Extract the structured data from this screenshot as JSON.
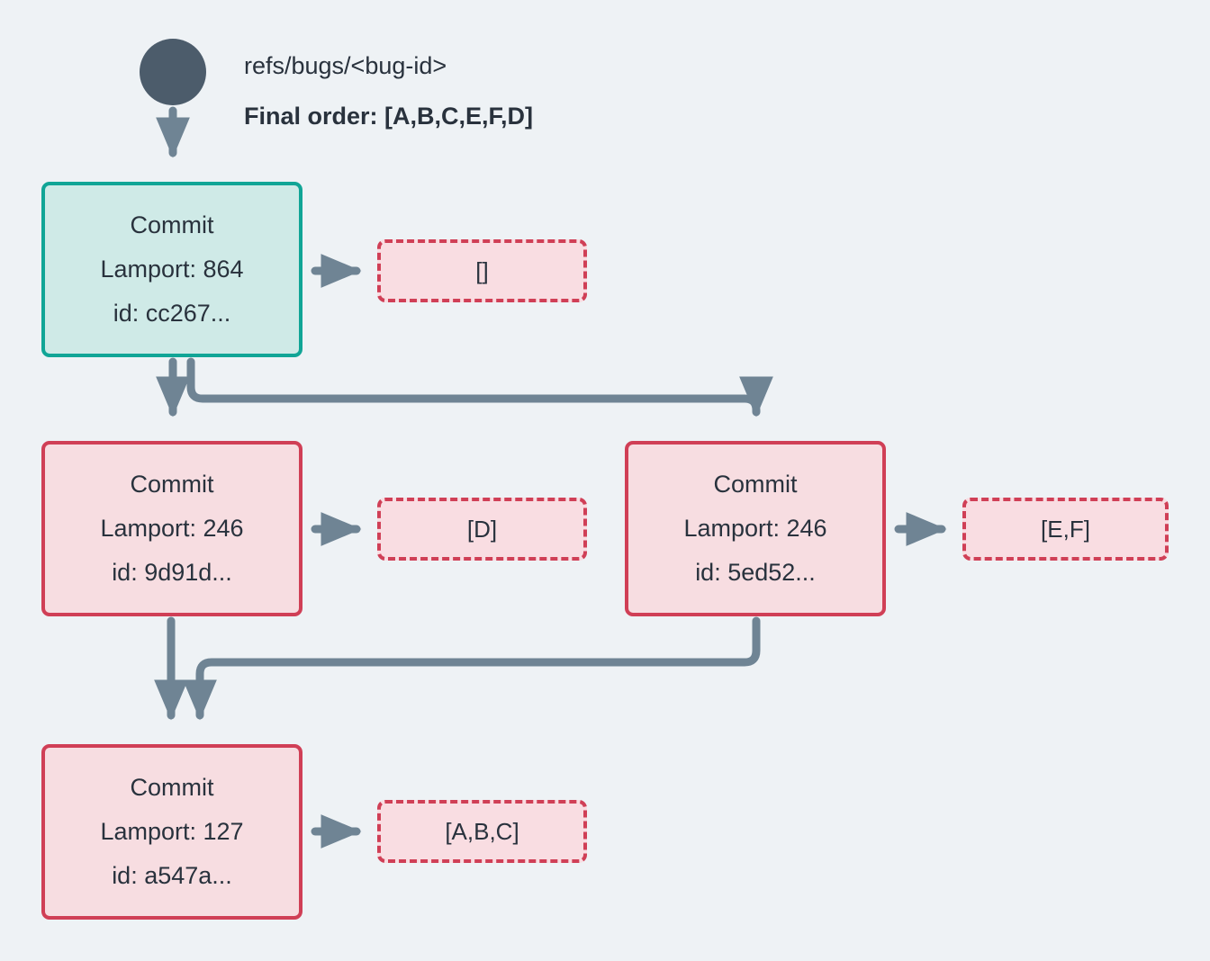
{
  "diagram": {
    "title_ref": "refs/bugs/<bug-id>",
    "final_order": "Final order: [A,B,C,E,F,D]",
    "background_color": "#eef2f5",
    "edge_color": "#6f8494",
    "text_color": "#29323d"
  },
  "root": {
    "name": "root-node",
    "color": "#4c5c6b"
  },
  "nodes": [
    {
      "id": "cc267",
      "kind": "commit",
      "title": "Commit",
      "lamport_label": "Lamport: 864",
      "lamport": 864,
      "id_label": "id: cc267...",
      "id_short": "cc267",
      "style": "teal",
      "fill": "#cfeae7",
      "stroke": "#11a596"
    },
    {
      "id": "9d91d",
      "kind": "commit",
      "title": "Commit",
      "lamport_label": "Lamport: 246",
      "lamport": 246,
      "id_label": "id: 9d91d...",
      "id_short": "9d91d",
      "style": "pink",
      "fill": "#f7dde1",
      "stroke": "#d03f56"
    },
    {
      "id": "5ed52",
      "kind": "commit",
      "title": "Commit",
      "lamport_label": "Lamport: 246",
      "lamport": 246,
      "id_label": "id: 5ed52...",
      "id_short": "5ed52",
      "style": "pink",
      "fill": "#f7dde1",
      "stroke": "#d03f56"
    },
    {
      "id": "a547a",
      "kind": "commit",
      "title": "Commit",
      "lamport_label": "Lamport: 127",
      "lamport": 127,
      "id_label": "id: a547a...",
      "id_short": "a547a",
      "style": "pink",
      "fill": "#f7dde1",
      "stroke": "#d03f56"
    }
  ],
  "badges": [
    {
      "id": "empty",
      "label": "[]",
      "for_node": "cc267"
    },
    {
      "id": "d",
      "label": "[D]",
      "for_node": "9d91d"
    },
    {
      "id": "ef",
      "label": "[E,F]",
      "for_node": "5ed52"
    },
    {
      "id": "abc",
      "label": "[A,B,C]",
      "for_node": "a547a"
    }
  ],
  "edges": [
    {
      "from": "root",
      "to": "cc267"
    },
    {
      "from": "cc267",
      "to": "9d91d"
    },
    {
      "from": "cc267",
      "to": "5ed52"
    },
    {
      "from": "9d91d",
      "to": "a547a"
    },
    {
      "from": "5ed52",
      "to": "a547a"
    },
    {
      "from": "cc267",
      "to": "badge-empty"
    },
    {
      "from": "9d91d",
      "to": "badge-d"
    },
    {
      "from": "5ed52",
      "to": "badge-ef"
    },
    {
      "from": "a547a",
      "to": "badge-abc"
    }
  ]
}
